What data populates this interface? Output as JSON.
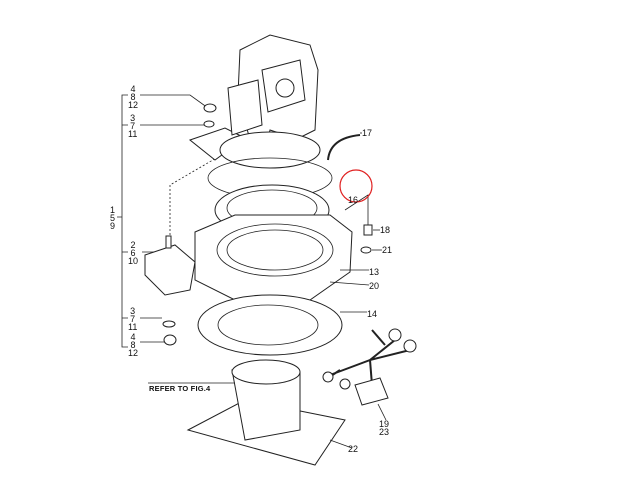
{
  "labels": {
    "group_top_nut": [
      "4",
      "8",
      "12"
    ],
    "group_top_washer": [
      "3",
      "7",
      "11"
    ],
    "group_main": [
      "1",
      "5",
      "9"
    ],
    "group_mount": [
      "2",
      "6",
      "10"
    ],
    "group_bottom_washer": [
      "3",
      "7",
      "11"
    ],
    "group_bottom_nut": [
      "4",
      "8",
      "12"
    ],
    "p17": "17",
    "p16": "16",
    "p18": "18",
    "p21": "21",
    "p13": "13",
    "p20": "20",
    "p14": "14",
    "p19_23": [
      "19",
      "23"
    ],
    "p22": "22",
    "refer": "REFER TO FIG.4"
  },
  "highlight_color": "#e02020"
}
